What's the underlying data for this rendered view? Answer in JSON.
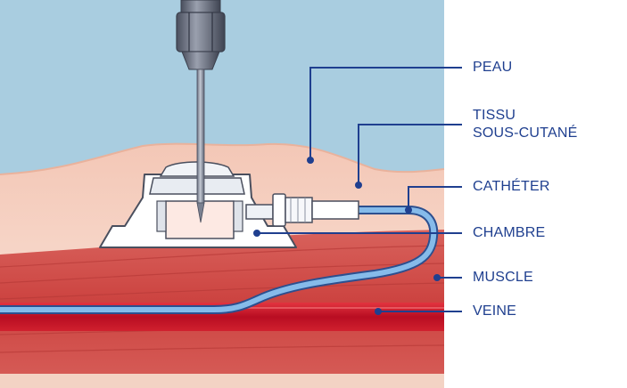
{
  "labels": {
    "peau": "PEAU",
    "tissu_line1": "TISSU",
    "tissu_line2": "SOUS-CUTANÉ",
    "catheter": "CATHÉTER",
    "chambre": "CHAMBRE",
    "muscle": "MUSCLE",
    "veine": "VEINE"
  },
  "colors": {
    "background_sky": "#a9cde0",
    "skin": "#f7d6c8",
    "subcutaneous": "#fbe7dd",
    "muscle": "#cf4b48",
    "vein": "#c8102e",
    "catheter": "#7fb3e6",
    "leader_line": "#1f3f8f"
  }
}
